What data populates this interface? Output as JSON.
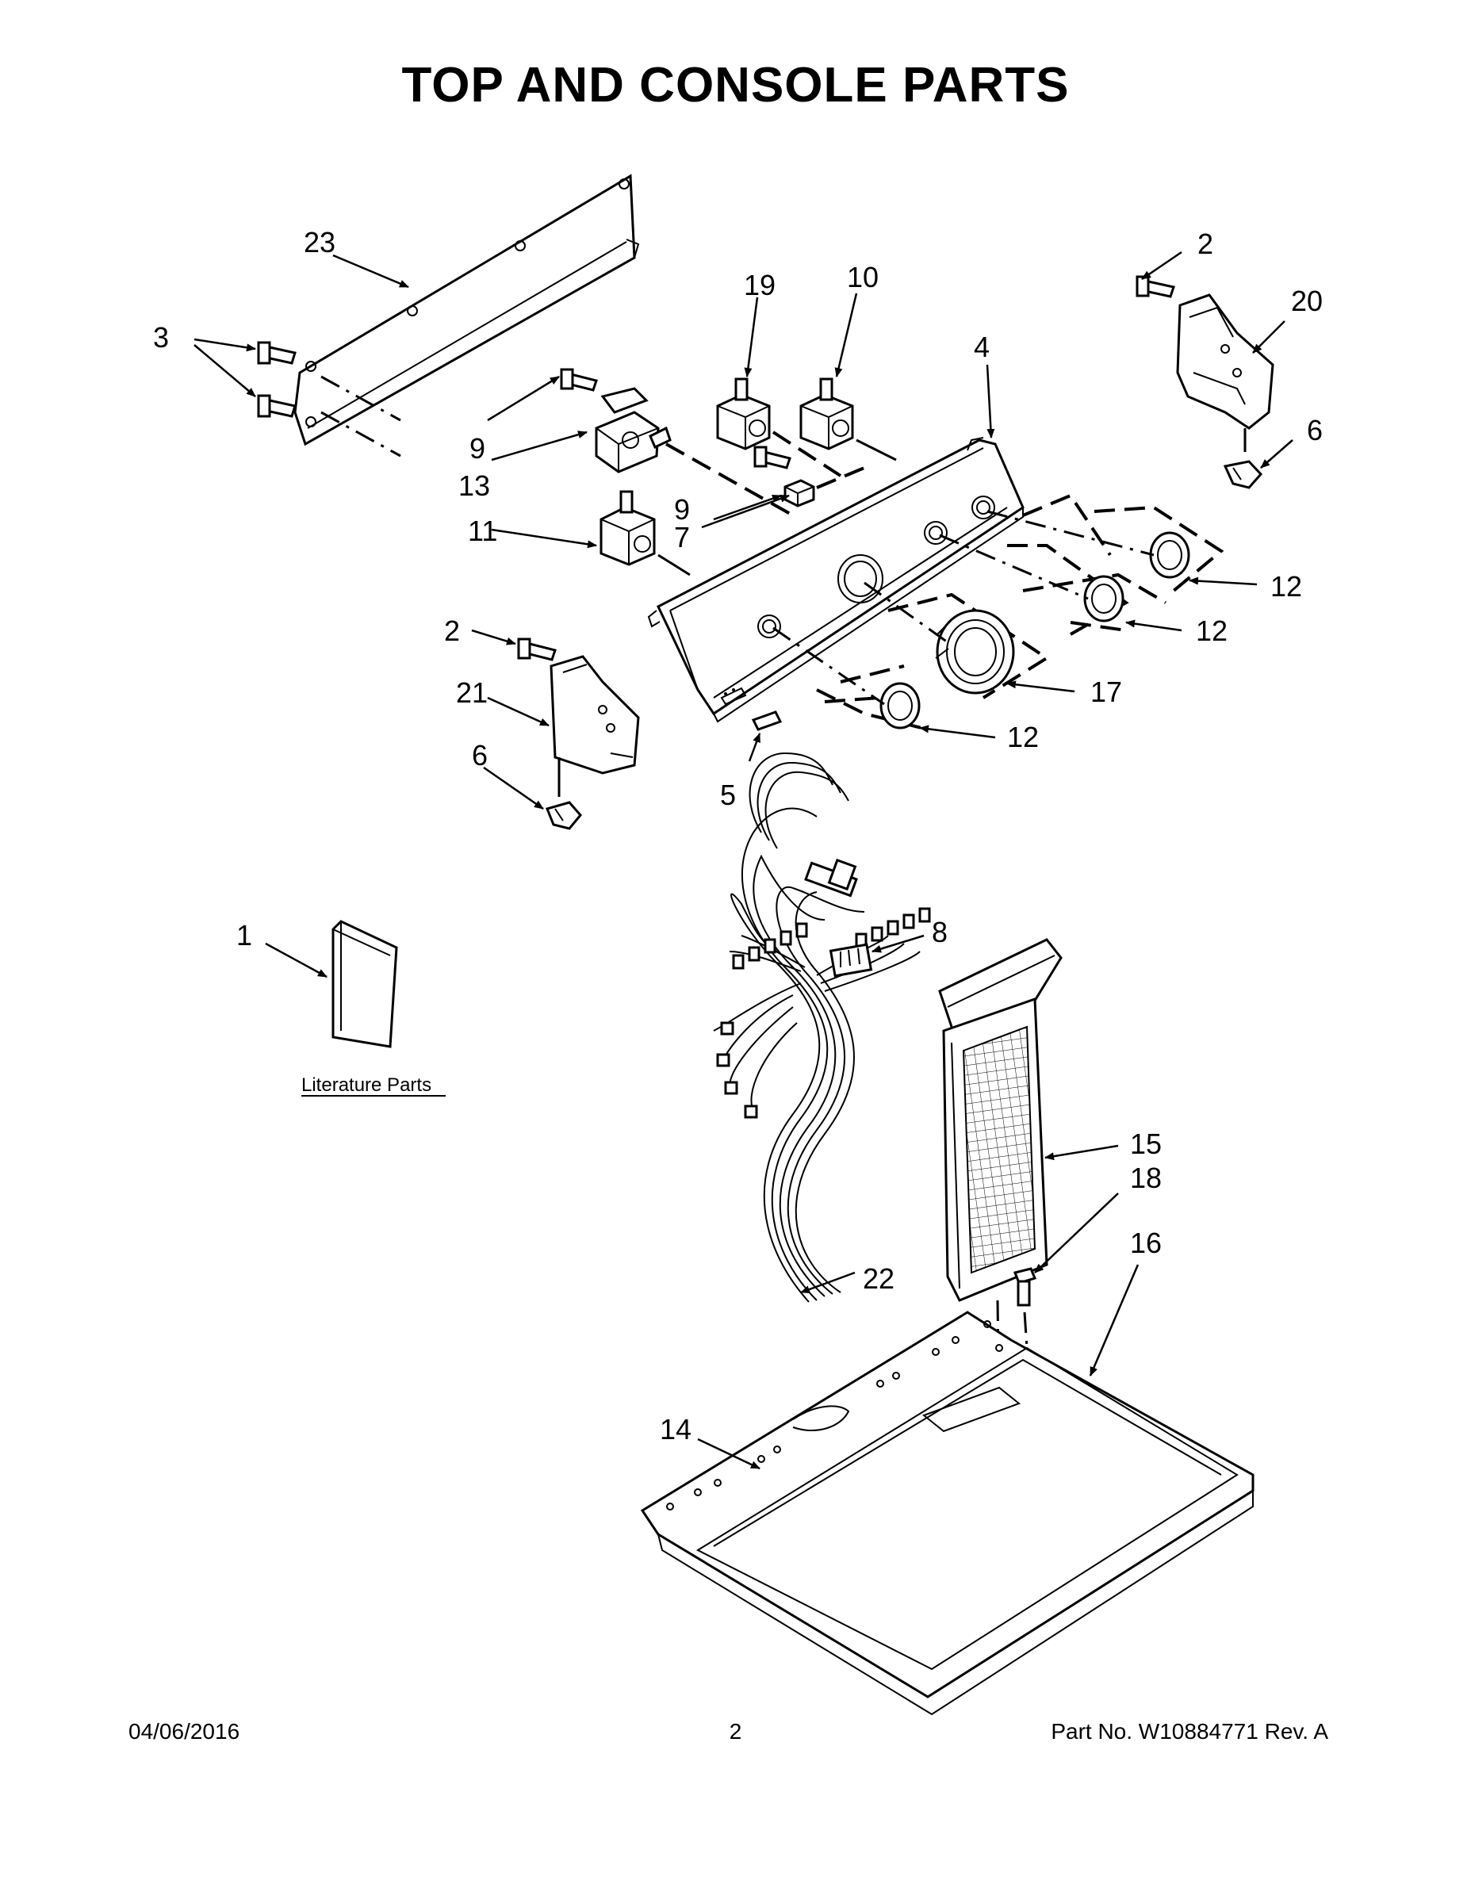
{
  "title": "TOP AND CONSOLE PARTS",
  "literature_label": "Literature Parts",
  "callouts": {
    "c1": "1",
    "c2a": "2",
    "c2b": "2",
    "c3": "3",
    "c4": "4",
    "c5": "5",
    "c6a": "6",
    "c6b": "6",
    "c7": "7",
    "c8": "8",
    "c9a": "9",
    "c9b": "9",
    "c10": "10",
    "c11": "11",
    "c12a": "12",
    "c12b": "12",
    "c12c": "12",
    "c13": "13",
    "c14": "14",
    "c15": "15",
    "c16": "16",
    "c17": "17",
    "c18": "18",
    "c19": "19",
    "c20": "20",
    "c21": "21",
    "c22": "22",
    "c23": "23"
  },
  "footer": {
    "date": "04/06/2016",
    "page": "2",
    "part_no": "Part No.  W10884771  Rev.  A"
  }
}
